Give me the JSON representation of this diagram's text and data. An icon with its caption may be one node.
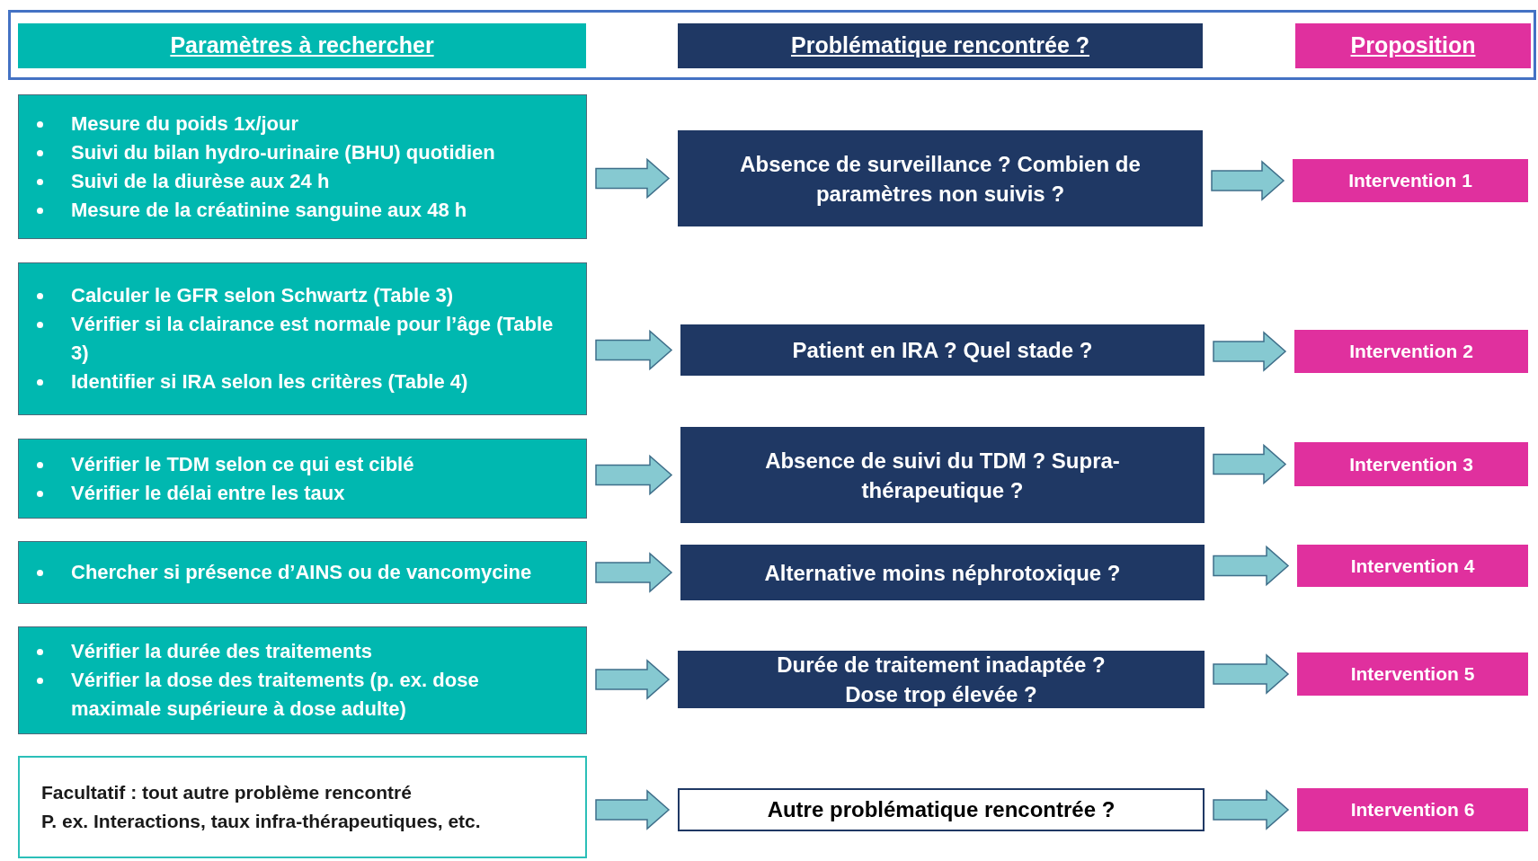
{
  "diagram": {
    "nodes": [
      {
        "text": [],
        "shape": "box"
      },
      {
        "text": [
          "Paramètres à rechercher"
        ],
        "in": 0
      },
      {
        "text": [
          "Problématique rencontrée ?"
        ],
        "in": 0
      },
      {
        "text": [
          "Proposition"
        ],
        "in": 0
      },
      {
        "text": [
          "Mesure du poids 1x/jour",
          "Suivi du bilan hydro-urinaire (BHU) quotidien",
          "Suivi de la diurèse aux 24 h",
          "Mesure de la créatinine sanguine aux 48 h"
        ]
      },
      {
        "text": [
          "Absence de surveillance ? Combien de paramètres non suivis ?"
        ]
      },
      {
        "text": [
          "Intervention 1"
        ]
      },
      {
        "text": [
          "Calculer le GFR selon Schwartz (Table 3)",
          "Vérifier si la clairance est normale pour l’âge (Table 3)",
          "Identifier si IRA selon les critères (Table 4)"
        ]
      },
      {
        "text": [
          "Patient en IRA ? Quel stade ?"
        ]
      },
      {
        "text": [
          "Intervention 2"
        ]
      },
      {
        "text": [
          "Vérifier le TDM selon ce qui est ciblé",
          "Vérifier le délai entre les taux"
        ]
      },
      {
        "text": [
          "Absence de suivi du TDM ? Supra-thérapeutique ?"
        ]
      },
      {
        "text": [
          "Intervention 3"
        ]
      },
      {
        "text": [
          "Chercher si présence d’AINS ou de vancomycine"
        ]
      },
      {
        "text": [
          "Alternative moins néphrotoxique ?"
        ]
      },
      {
        "text": [
          "Intervention 4"
        ]
      },
      {
        "text": [
          "Vérifier la durée des traitements",
          "Vérifier la dose des traitements (p. ex. dose maximale supérieure à dose adulte)"
        ]
      },
      {
        "text": [
          "Durée de traitement inadaptée ? Dose trop élevée ?"
        ]
      },
      {
        "text": [
          "Intervention 5"
        ]
      },
      {
        "text": [
          "Facultatif : tout autre problème rencontré",
          "P. ex. Interactions, taux infra-thérapeutiques, etc."
        ]
      },
      {
        "text": [
          "Autre problématique rencontrée ?"
        ]
      },
      {
        "text": [
          "Intervention 6"
        ]
      }
    ],
    "edges": [
      {
        "from": 4,
        "to": 5,
        "arrow": "to"
      },
      {
        "from": 5,
        "to": 6,
        "arrow": "to"
      },
      {
        "from": 7,
        "to": 8,
        "arrow": "to"
      },
      {
        "from": 8,
        "to": 9,
        "arrow": "to"
      },
      {
        "from": 10,
        "to": 11,
        "arrow": "to"
      },
      {
        "from": 11,
        "to": 12,
        "arrow": "to"
      },
      {
        "from": 13,
        "to": 14,
        "arrow": "to"
      },
      {
        "from": 14,
        "to": 15,
        "arrow": "to"
      },
      {
        "from": 16,
        "to": 17,
        "arrow": "to"
      },
      {
        "from": 17,
        "to": 18,
        "arrow": "to"
      },
      {
        "from": 19,
        "to": 20,
        "arrow": "to"
      },
      {
        "from": 20,
        "to": 21,
        "arrow": "to"
      }
    ]
  }
}
